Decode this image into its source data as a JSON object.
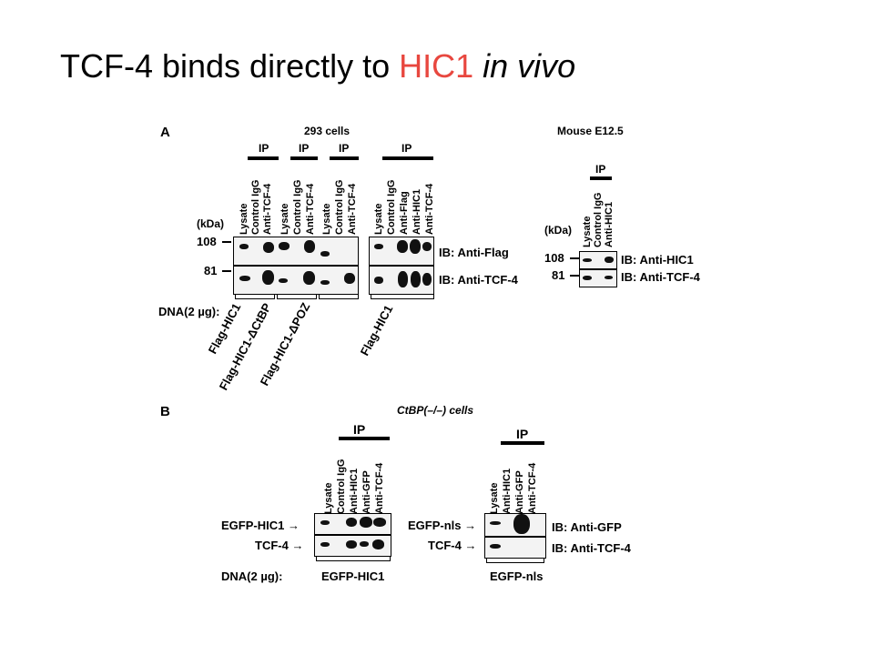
{
  "slide": {
    "title_part1": "TCF-4 binds directly to ",
    "title_accent": "HIC1",
    "title_part2": " in vivo",
    "accent_color": "#e8473f"
  },
  "panel_a": {
    "letter": "A",
    "cells_label": "293 cells",
    "mouse_label": "Mouse E12.5",
    "ip_label": "IP",
    "kda_label": "(kDa)",
    "mw_108": "108",
    "mw_81": "81",
    "group1_lanes": [
      "Lysate",
      "Control IgG",
      "Anti-TCF-4"
    ],
    "group2_lanes": [
      "Lysate",
      "Anti-TCF-4"
    ],
    "group3_lanes": [
      "Lysate",
      "Control IgG",
      "Anti-TCF-4"
    ],
    "group4_lanes": [
      "Lysate",
      "Control IgG",
      "Anti-Flag",
      "Anti-HIC1",
      "Anti-TCF-4"
    ],
    "mouse_lanes": [
      "Lysate",
      "Control IgG",
      "Anti-HIC1"
    ],
    "ib_flag": "IB: Anti-Flag",
    "ib_tcf4": "IB: Anti-TCF-4",
    "ib_hic1": "IB: Anti-HIC1",
    "dna_label": "DNA(2 µg):",
    "constructs": [
      "Flag-HIC1",
      "Flag-HIC1-ΔCtBP",
      "Flag-HIC1-ΔPOZ",
      "Flag-HIC1"
    ]
  },
  "panel_b": {
    "letter": "B",
    "cells_label": "CtBP(–/–) cells",
    "ip_label": "IP",
    "left_lanes": [
      "Lysate",
      "Control IgG",
      "Anti-HIC1",
      "Anti-GFP",
      "Anti-TCF-4"
    ],
    "right_lanes": [
      "Lysate",
      "Anti-HIC1",
      "Anti-GFP",
      "Anti-TCF-4"
    ],
    "left_row1": "EGFP-HIC1",
    "left_row2": "TCF-4",
    "right_row1": "EGFP-nls",
    "right_row2": "TCF-4",
    "ib_gfp": "IB: Anti-GFP",
    "ib_tcf4": "IB: Anti-TCF-4",
    "dna_label": "DNA(2 µg):",
    "left_construct": "EGFP-HIC1",
    "right_construct": "EGFP-nls"
  }
}
